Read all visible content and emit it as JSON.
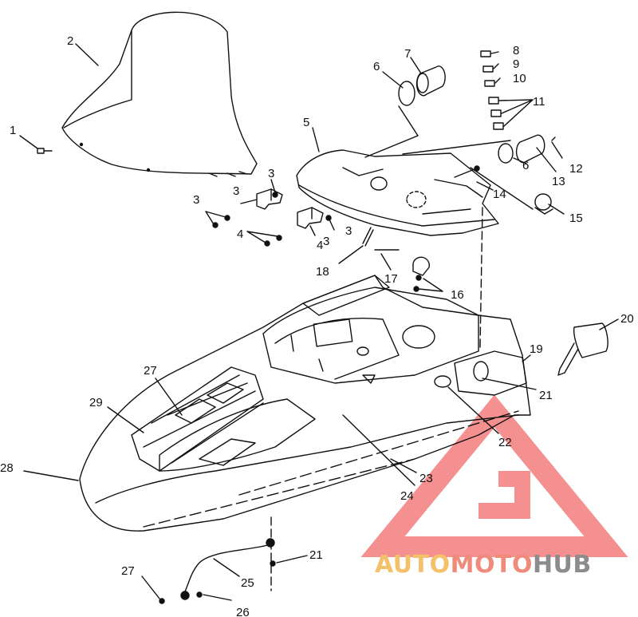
{
  "callouts": [
    "1",
    "2",
    "3",
    "3",
    "3",
    "4",
    "3",
    "3",
    "4",
    "5",
    "6",
    "7",
    "8",
    "9",
    "10",
    "11",
    "12",
    "13",
    "6",
    "14",
    "15",
    "16",
    "17",
    "18",
    "19",
    "20",
    "21",
    "22",
    "23",
    "24",
    "27",
    "29",
    "28",
    "21",
    "27",
    "25",
    "26"
  ],
  "watermark": {
    "part1": "AUTO",
    "part2": "MOTO",
    "part3": "HUB",
    "colors": {
      "auto": "#f4c06a",
      "moto": "#f08a7a",
      "hub": "#8c8c8c",
      "triangle": "#f26b6b"
    }
  }
}
